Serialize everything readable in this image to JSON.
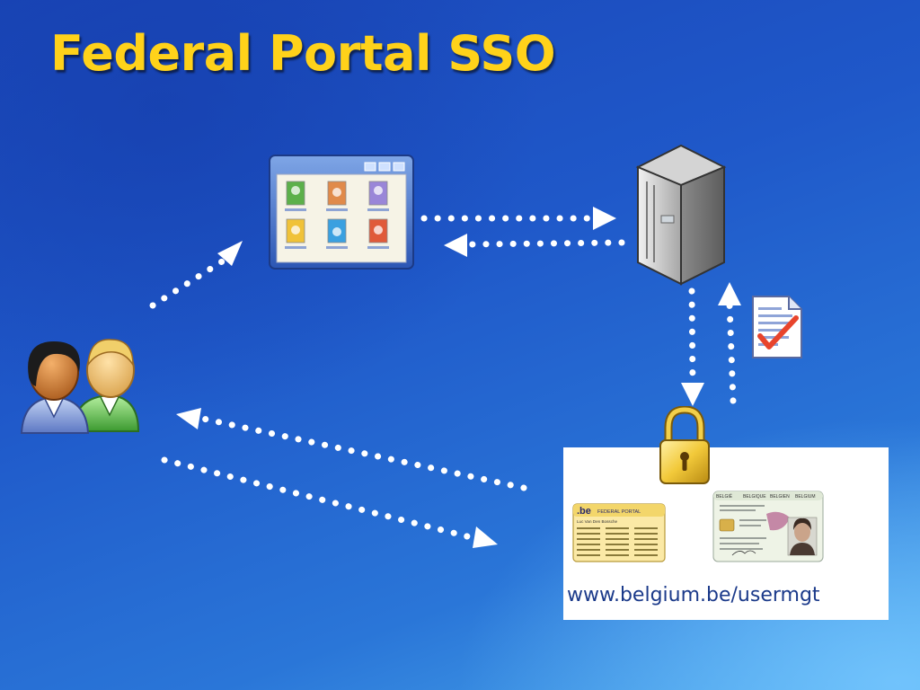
{
  "slide": {
    "title": "Federal Portal SSO"
  },
  "card": {
    "url": "www.belgium.be/usermgt",
    "token_card": {
      "logo": ".be",
      "label": "FEDERAL PORTAL",
      "holder": "Luc Van Den Bossche"
    },
    "eid_card": {
      "header_words": [
        "BELGIË",
        "BELGIQUE",
        "BELGIEN",
        "BELGIUM"
      ]
    }
  },
  "icons": {
    "users": "users-icon",
    "portal": "portal-window-icon",
    "server": "server-icon",
    "document": "checked-document-icon",
    "lock": "padlock-icon"
  },
  "colors": {
    "title": "#ffd21a",
    "arrows": "#ffffff",
    "url_text": "#1b3a8a"
  }
}
